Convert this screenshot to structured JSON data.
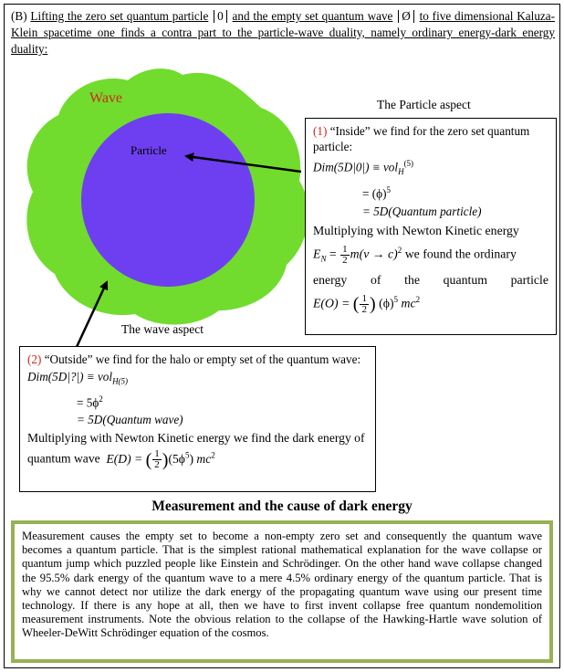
{
  "intro": {
    "label": "(B)",
    "line_start": "Lifting the zero set quantum particle",
    "zero_symbol": "0",
    "mid": "and the empty set quantum wave",
    "empty_symbol": "Ø",
    "rest": "to five dimensional Kaluza-Klein spacetime one finds a contra part to the particle-wave duality, namely ordinary energy-dark energy duality:"
  },
  "diagram": {
    "wave_label": "Wave",
    "particle_label": "Particle",
    "particle_aspect": "The Particle aspect",
    "wave_aspect": "The wave aspect",
    "colors": {
      "wave": "#71dc2d",
      "particle": "#6e3ff0",
      "red": "#d0261e"
    }
  },
  "box1": {
    "num": "(1)",
    "intro": "“Inside” we find for the zero set quantum particle:",
    "eq1_lhs": "Dim(5D|0|) ≡ vol",
    "eq1_sub": "H",
    "eq1_sup": "(5)",
    "eq2": "= (ϕ)",
    "eq2_sup": "5",
    "eq3": "= 5D(Quantum particle)",
    "mult_text": "Multiplying with Newton Kinetic energy",
    "en_lhs": "E",
    "en_sub": "N",
    "en_eq": "=",
    "half_num": "1",
    "half_den": "2",
    "en_rhs": "m(v → c)",
    "en_sup": "2",
    "en_text": "we found the ordinary",
    "energy_line": "energy of the quantum particle",
    "eo_lhs": "E(O) =",
    "eo_rhs": "(ϕ)",
    "eo_sup": "5",
    "eo_tail": "mc",
    "eo_tail_sup": "2"
  },
  "box2": {
    "num": "(2)",
    "intro": "“Outside” we find for the halo or empty set of the quantum wave:",
    "eq1_lhs": "Dim(5D|?|) ≡ vol",
    "eq1_sub": "H(5)",
    "eq2": "= 5ϕ",
    "eq2_sup": "2",
    "eq3": "= 5D(Quantum wave)",
    "mult_text": "Multiplying with Newton Kinetic energy we find the dark energy of quantum wave",
    "ed_lhs": "E(D) =",
    "ed_mid": "(5ϕ",
    "ed_mid_sup": "5",
    "ed_mid_close": ")",
    "ed_tail": "mc",
    "ed_tail_sup": "2"
  },
  "heading": "Measurement and the cause of dark energy",
  "body_text": "Measurement causes the empty set to become a non-empty zero set and consequently the quantum wave becomes a quantum particle. That is the simplest rational mathematical explanation for the wave collapse or quantum jump which puzzled people like Einstein and Schrödinger. On the other hand wave collapse changed the 95.5% dark energy of the quantum wave to a mere 4.5% ordinary energy of the quantum particle. That is why we cannot detect nor utilize the dark energy of the propagating quantum wave using our present time technology. If there is any hope at all, then we have to first invent collapse free quantum nondemolition measurement instruments. Note the obvious relation to the collapse of the Hawking-Hartle wave solution of Wheeler-DeWitt Schrödinger equation of the cosmos."
}
